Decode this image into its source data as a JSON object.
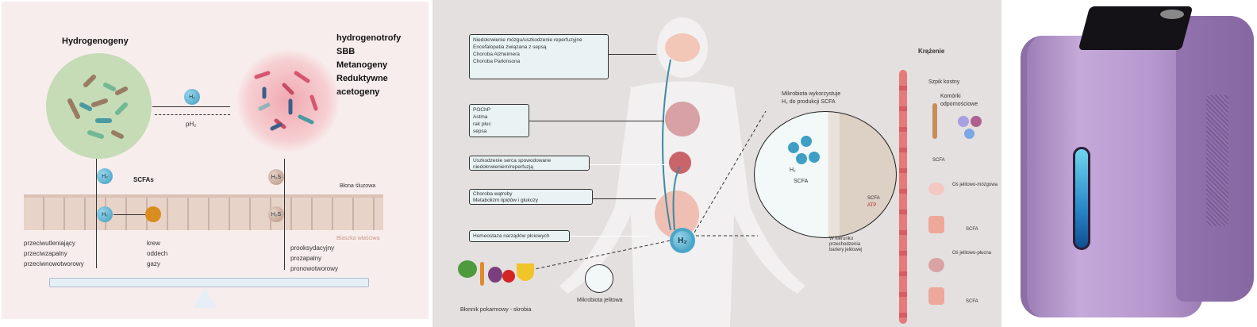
{
  "left_panel": {
    "hydrogenogens_title": "Hydrogenogeny",
    "hydrogenotrophs": [
      "hydrogenotrofy",
      "SBB",
      "Metanogeny",
      "Reduktywne",
      "acetogeny"
    ],
    "h2_label": "H₂",
    "ph2_label": "pH₂",
    "scfas_label": "SCFAs",
    "h2s_label": "H₂S",
    "mucosa_label": "Błona śluzowa",
    "lamina_label": "Blaszka właściwa",
    "beneficial_effects": [
      "przeciwutleniający",
      "przeciwzapalny",
      "przeciwnowotworowy"
    ],
    "exit_routes": [
      "krew",
      "oddech",
      "gazy"
    ],
    "harmful_effects": [
      "prooksydacyjny",
      "prozapalny",
      "pronowotworowy"
    ]
  },
  "middle_panel": {
    "boxes": [
      [
        "Niedokrwienie mózgu/uszkodzenie reperfuzyjne",
        "Encefalopatia związana z sepsą",
        "Choroba Alzheimera",
        "Choroba Parkinsona"
      ],
      [
        "POChP",
        "Astma",
        "rak płuc",
        "sepsa"
      ],
      [
        "Uszkodzenie serca spowodowane",
        "niedokrwieniem/reperfuzją"
      ],
      [
        "Choroba wątroby",
        "Metabolizm lipidów i glukozy"
      ],
      [
        "Homeostaza narządów płciowych"
      ]
    ],
    "h2_label": "H₂",
    "fiber_label": "Błonnik pokarmowy - skrobia",
    "microbiota_label": "Mikrobiota jelitowa",
    "zoom_title": [
      "Mikrobiota wykorzystuje",
      "H₂ do produkcji SCFA"
    ],
    "zoom_h2": "H₂",
    "zoom_scfa": "SCFA",
    "zoom_scfa2": "SCFA",
    "zoom_atp": "ATP",
    "barrier_label": [
      "W kierunku",
      "przechodzenia",
      "bariery jelitowej"
    ],
    "circulation_title": "Krążenie",
    "bone_marrow": "Szpik kostny",
    "immune_cells": [
      "Komórki",
      "odpornościowe"
    ],
    "scfa_1": "SCFA",
    "gut_brain_axis": "Oś jelitowo-mózgowa",
    "scfa_2": "SCFA",
    "gut_lung_axis": "Oś jelitowo-płucna",
    "scfa_3": "SCFA"
  },
  "colors": {
    "left_bg": "#f8eded",
    "mid_bg": "#e4e0df",
    "device": "#a88bc0",
    "h2": "#4aa6c8"
  }
}
